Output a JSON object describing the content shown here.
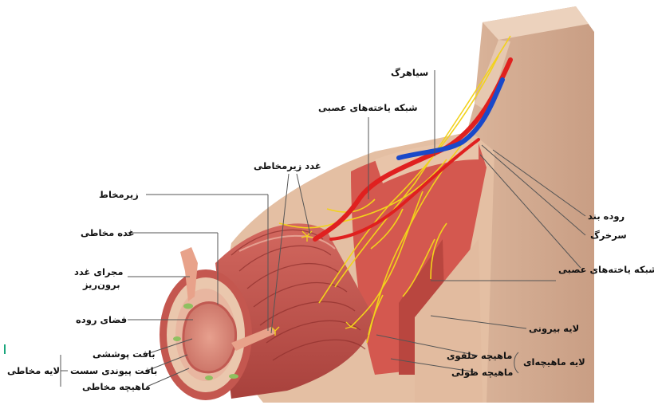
{
  "labels": {
    "vein": "سیاهرگ",
    "nerve_plexus_top": "شبکه یاخته‌های عصبی",
    "submucosal_glands": "غدد زیرمخاطی",
    "submucosa": "زیرمخاط",
    "mucosal_gland": "غده مخاطی",
    "exocrine_duct_1": "مجرای غدد",
    "exocrine_duct_2": "برون‌ریز",
    "lumen": "فضای روده",
    "epithelium": "بافت پوششی",
    "loose_connective": "بافت پیوندی سست",
    "muscularis_mucosae": "ماهیچه مخاطی",
    "mucosa_layer": "لایه مخاطی",
    "mesentery": "روده بند",
    "artery": "سرخرگ",
    "nerve_plexus_right": "شبکه یاخته‌های عصبی",
    "serosa": "لایه بیرونی",
    "circular_muscle": "ماهیچه حلقوی",
    "longitudinal_muscle": "ماهیچه طولی",
    "muscular_layer": "لایه ماهیچه‌ای"
  },
  "colors": {
    "muscle": "#c8574f",
    "muscle_dark": "#9d3a36",
    "tissue": "#e9c3a8",
    "mesentery": "#d9b59c",
    "nerve": "#f2d21c",
    "artery": "#e0201f",
    "vein": "#1a49c9",
    "leader": "#555555"
  }
}
